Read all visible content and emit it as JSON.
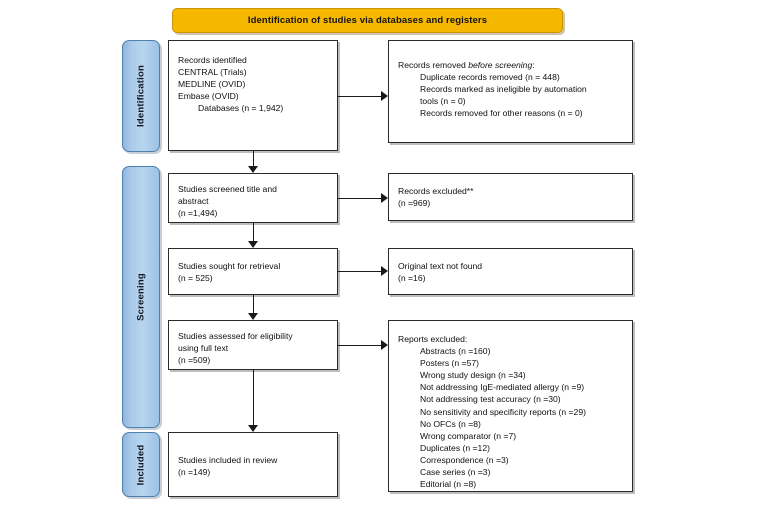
{
  "banner": {
    "title": "Identification of studies via databases and registers",
    "bg_color": "#f5b700"
  },
  "phases": [
    {
      "id": "identification",
      "label": "Identification"
    },
    {
      "id": "screening",
      "label": "Screening"
    },
    {
      "id": "included",
      "label": "Included"
    }
  ],
  "phase_color": "#aacce9",
  "boxes": {
    "identified": {
      "title": "Records identified",
      "line2": "CENTRAL (Trials)",
      "line3": "MEDLINE (OVID)",
      "line4": "Embase (OVID)",
      "line5": "Databases (n = 1,942)"
    },
    "removed": {
      "title_a": "Records removed ",
      "title_b": "before screening",
      "title_c": ":",
      "line2": "Duplicate records removed (n = 448)",
      "line3": "Records marked as ineligible by automation",
      "line4": "tools (n = 0)",
      "line5": "Records removed for other reasons (n = 0)"
    },
    "screened": {
      "line1": "Studies screened title and",
      "line2": "abstract",
      "line3": "(n =1,494)"
    },
    "excluded_title_abstract": {
      "line1": "Records excluded**",
      "line2": "(n =969)"
    },
    "sought": {
      "line1": "Studies sought for retrieval",
      "line2": "(n = 525)"
    },
    "not_found": {
      "line1": "Original text not found",
      "line2": "(n =16)"
    },
    "assessed": {
      "line1": "Studies assessed for eligibility",
      "line2": "using full text",
      "line3": "(n =509)"
    },
    "reports_excluded": {
      "title": "Reports excluded:",
      "reasons": [
        "Abstracts (n =160)",
        "Posters (n =57)",
        "Wrong study design (n =34)",
        "Not addressing IgE-mediated allergy (n =9)",
        "Not addressing test accuracy (n =30)",
        "No sensitivity and specificity reports (n =29)",
        "No OFCs (n =8)",
        "Wrong comparator (n =7)",
        "Duplicates (n =12)",
        "Correspondence (n =3)",
        "Case series (n =3)",
        "Editorial (n =8)"
      ]
    },
    "included": {
      "line1": "Studies included in review",
      "line2": "(n =149)"
    }
  }
}
